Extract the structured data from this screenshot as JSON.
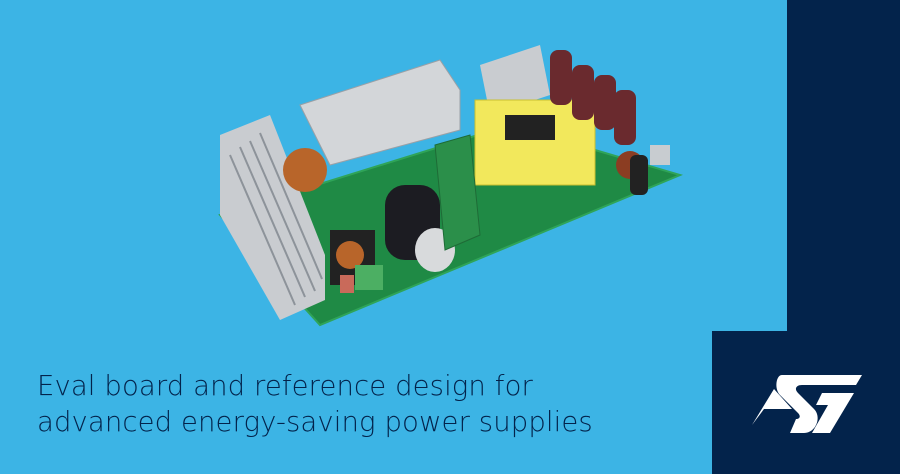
{
  "headline": {
    "line1": "Eval board and reference design for",
    "line2": "advanced energy-saving power supplies"
  },
  "logo": {
    "text": "ST"
  },
  "colors": {
    "background": "#3cb4e5",
    "navy": "#03234b",
    "text": "#03234b",
    "logo": "#ffffff"
  }
}
